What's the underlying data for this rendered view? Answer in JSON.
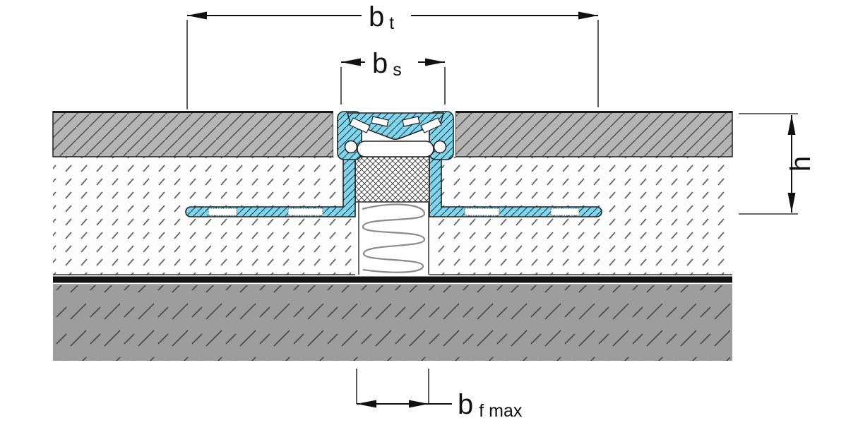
{
  "diagram_title": "expansion-joint-profile-cross-section",
  "dimensions": {
    "bt": {
      "symbol": "b",
      "subscript": "t"
    },
    "bs": {
      "symbol": "b",
      "subscript": "s"
    },
    "h": {
      "symbol": "h"
    },
    "bf": {
      "symbol": "b",
      "subscript": "f max"
    }
  },
  "colors": {
    "profile_blue": "#7ed7ee",
    "tile_gray": "#b5b5b5",
    "concrete_gray": "#9d9d9d",
    "screed_white": "#fdfdfd",
    "membrane_black": "#111111",
    "outline_dark": "#222222",
    "foam_line_gray": "#8a8a8a"
  }
}
